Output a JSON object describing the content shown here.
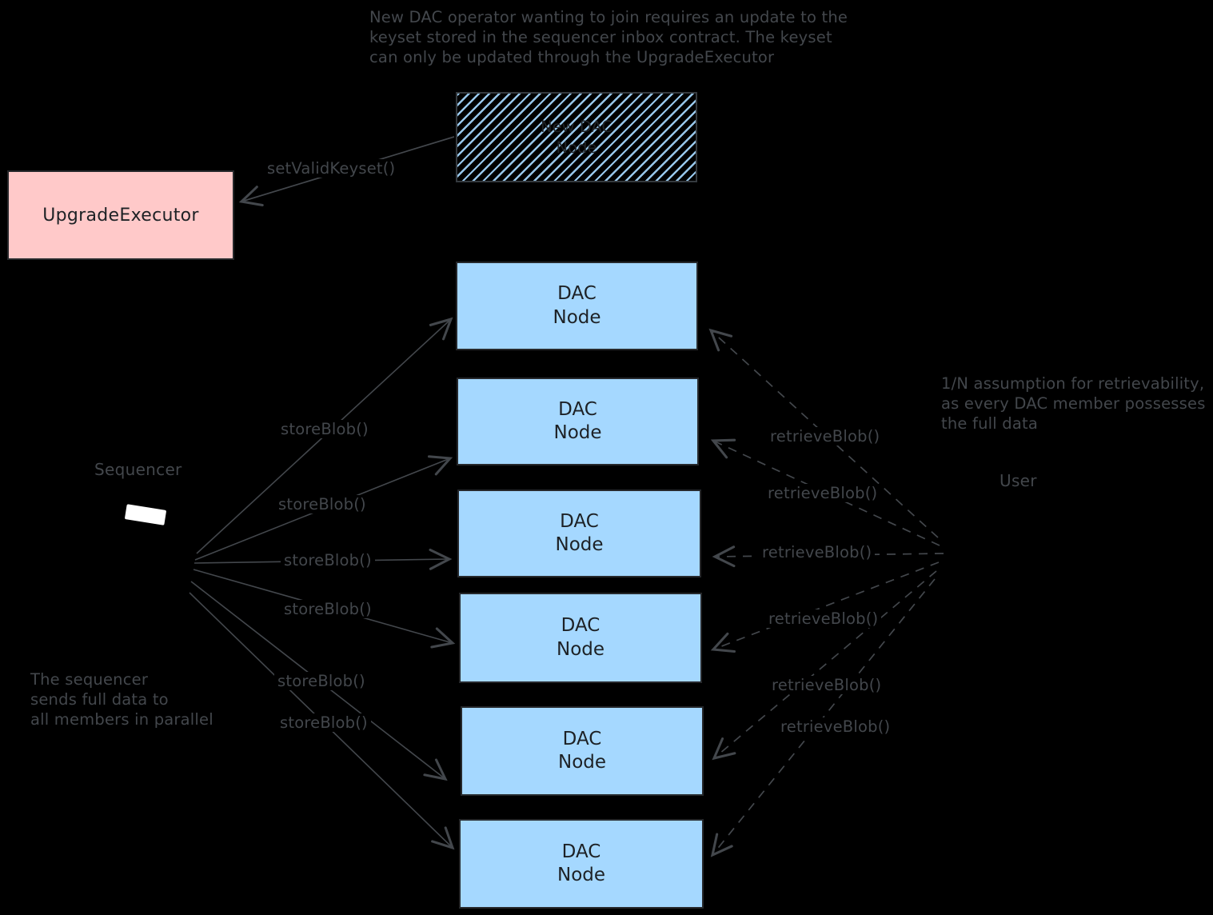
{
  "notes": {
    "top": "New DAC operator wanting to join requires an update to the\nkeyset stored in the sequencer inbox contract. The keyset\ncan only be updated through the UpgradeExecutor",
    "sequencer_note": "The sequencer\nsends full data to\nall members in parallel",
    "retrievability_note": "1/N assumption for retrievability,\nas every DAC member possesses\nthe full data"
  },
  "boxes": {
    "upgrade_executor": {
      "label": "UpgradeExecutor"
    },
    "new_dac_node": {
      "label": "New DAC\nNode"
    },
    "dac_nodes": [
      {
        "label": "DAC\nNode"
      },
      {
        "label": "DAC\nNode"
      },
      {
        "label": "DAC\nNode"
      },
      {
        "label": "DAC\nNode"
      },
      {
        "label": "DAC\nNode"
      },
      {
        "label": "DAC\nNode"
      }
    ]
  },
  "actors": {
    "sequencer": {
      "label": "Sequencer",
      "icon": "laptop-screen-icon"
    },
    "user": {
      "label": "User"
    }
  },
  "edge_labels": {
    "set_valid_keyset": "setValidKeyset()",
    "store_blob": [
      "storeBlob()",
      "storeBlob()",
      "storeBlob()",
      "storeBlob()",
      "storeBlob()",
      "storeBlob()"
    ],
    "retrieve_blob": [
      "retrieveBlob()",
      "retrieveBlob()",
      "retrieveBlob()",
      "retrieveBlob()",
      "retrieveBlob()",
      "retrieveBlob()"
    ]
  },
  "colors": {
    "background": "#000000",
    "ink": "#43474c",
    "dac_node_fill": "#a5d8ff",
    "upgrade_executor_fill": "#ffc9c9",
    "box_border": "#26282b",
    "box_text": "#1d2125",
    "sequencer_screen": "#ffffff"
  }
}
